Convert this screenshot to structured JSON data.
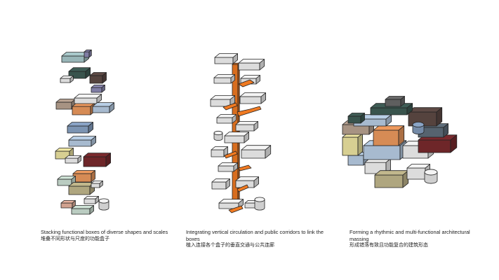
{
  "panels": [
    {
      "caption_en": "Stacking functional boxes of diverse shapes and scales",
      "caption_zh": "堆叠不同形状与尺度的功能盒子"
    },
    {
      "caption_en": "Integrating vertical circulation and public corridors to link the boxes",
      "caption_zh": "植入连接各个盒子的垂直交通与公共连廊"
    },
    {
      "caption_en": "Forming a rhythmic and multi-functional architectural massing",
      "caption_zh": "形成错落有致且功能复合的建筑形态"
    }
  ],
  "colors": {
    "circulation": "#f07a22",
    "outline": "#222222",
    "white_box": "#f4f4f4",
    "teal": "#a9c9cb",
    "dark_green": "#3f5d56",
    "brown": "#5e4a45",
    "lavender": "#8e8bb6",
    "tan": "#b9a392",
    "orange": "#ee9a5e",
    "slate": "#5f6e7b",
    "light_blue": "#b9cfe6",
    "steel_blue": "#8aa4c6",
    "pale_yellow": "#efe6a2",
    "maroon": "#7a2a2e",
    "olive": "#c2b88d",
    "mint": "#cfe3d6",
    "peach": "#e8b4a0",
    "dark_grey": "#6a6a6a"
  }
}
